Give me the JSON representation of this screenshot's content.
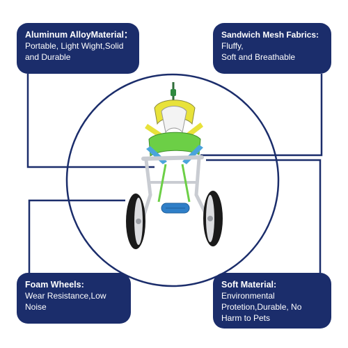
{
  "colors": {
    "callout_bg": "#1b2d6b",
    "callout_text": "#ffffff",
    "line": "#1b2d6b",
    "harness_yellow": "#e8e23a",
    "harness_green": "#6ccf46",
    "harness_blue": "#4aa4dc",
    "frame_silver": "#c9ccd2",
    "tire_black": "#1a1a1a",
    "handle_blue": "#2f7fc8"
  },
  "callouts": {
    "top_left": {
      "title": "Aluminum AlloyMaterial：",
      "desc": "Portable, Light Wight,Solid and Durable"
    },
    "top_right": {
      "title": "Sandwich Mesh Fabrics:",
      "desc": "Fluffy,\nSoft and Breathable"
    },
    "bottom_left": {
      "title": "Foam Wheels:",
      "desc": "Wear Resistance,Low Noise"
    },
    "bottom_right": {
      "title": "Soft Material:",
      "desc": "Environmental Protetion,Durable, No Harm to Pets"
    }
  },
  "icons": {
    "product": "dog-wheelchair-icon"
  }
}
